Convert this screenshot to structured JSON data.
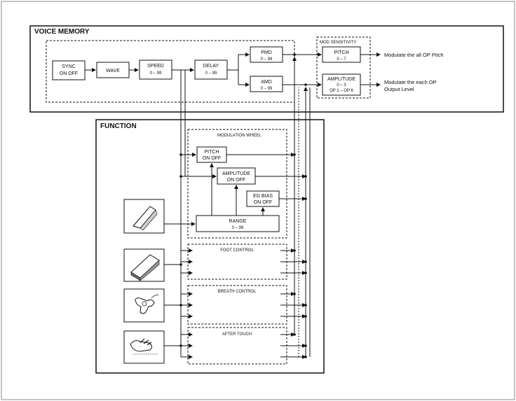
{
  "voice_memory": {
    "title": "VOICE MEMORY",
    "sync": {
      "line1": "SYNC",
      "line2": "ON OFF"
    },
    "wave": {
      "label": "WAVE"
    },
    "speed": {
      "label": "SPEED",
      "range": "0 – 99"
    },
    "delay": {
      "label": "DELAY",
      "range": "0 – 99"
    },
    "pmd": {
      "label": "PMD",
      "range": "0 – 99"
    },
    "amd": {
      "label": "AMD",
      "range": "0 – 99"
    }
  },
  "mod_sensitivity": {
    "title": "MOD SENSITIVITY",
    "pitch": {
      "label": "PITCH",
      "range": "0 – 7"
    },
    "amplitude": {
      "label": "AMPLITUDE",
      "range": "0 – 3",
      "ops": "OP 1 – OP 6"
    }
  },
  "outputs": {
    "pitch_text": "Modulate the all OP Pitch",
    "amp_line1": "Modulate the each OP",
    "amp_line2": "Output Level"
  },
  "function": {
    "title": "FUNCTION",
    "modulation_wheel": {
      "title": "MODULATION WHEEL",
      "pitch": {
        "line1": "PITCH",
        "line2": "ON OFF"
      },
      "amplitude": {
        "line1": "AMPLITUDE",
        "line2": "ON OFF"
      },
      "eg_bias": {
        "line1": "EG BIAS",
        "line2": "ON OFF"
      },
      "range": {
        "label": "RANGE",
        "range": "0 – 99"
      }
    },
    "foot_control": {
      "title": "FOOT CONTROL"
    },
    "breath_control": {
      "title": "BREATH CONTROL"
    },
    "after_touch": {
      "title": "AFTER TOUCH"
    }
  }
}
